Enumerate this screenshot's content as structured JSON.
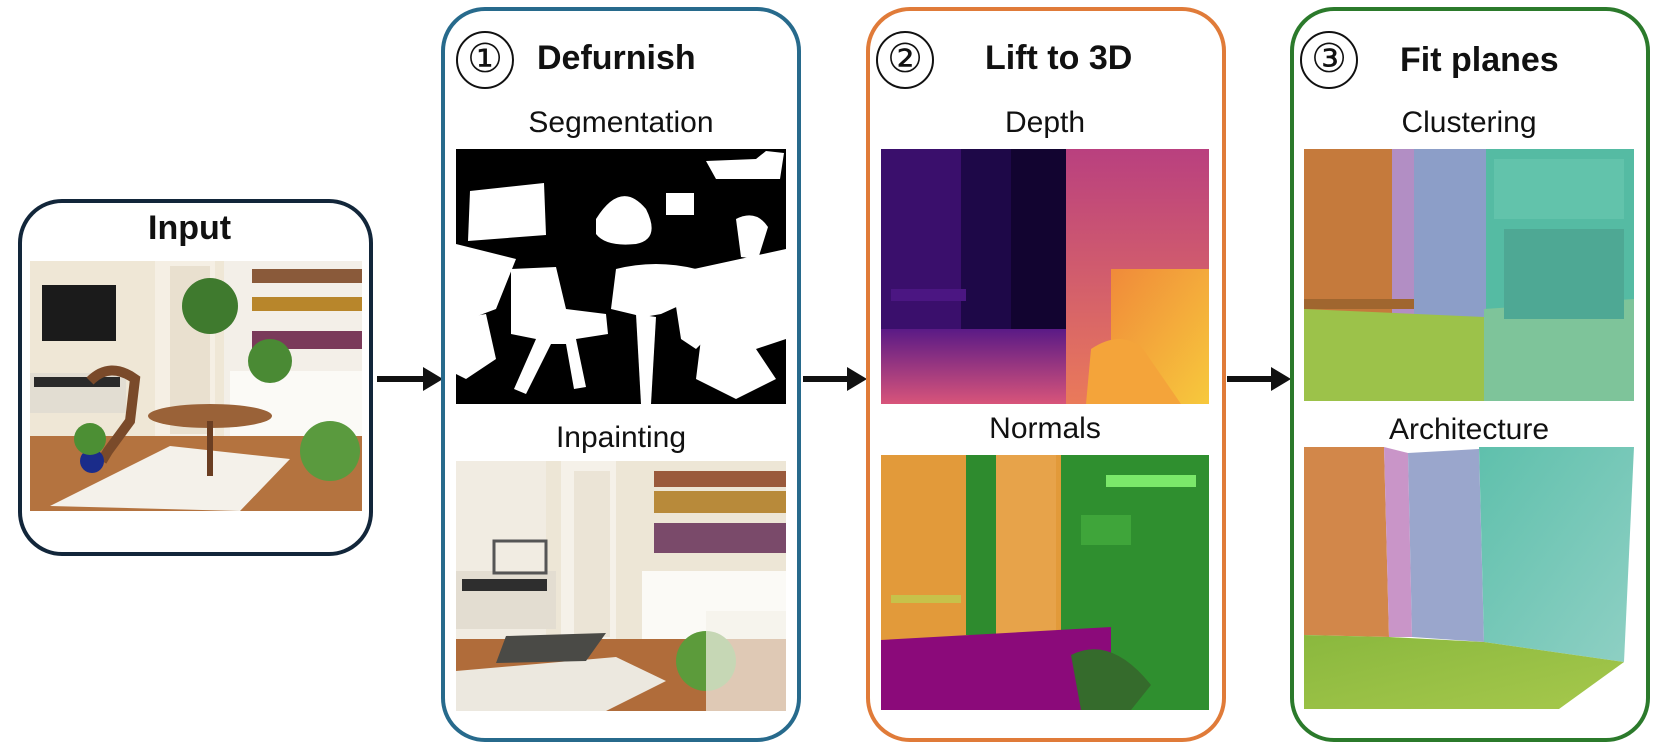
{
  "stages": {
    "input": {
      "title": "Input"
    },
    "defurnish": {
      "number": "①",
      "title": "Defurnish",
      "top_label": "Segmentation",
      "bottom_label": "Inpainting",
      "border_color": "#276a8c"
    },
    "lift": {
      "number": "②",
      "title": "Lift to 3D",
      "top_label": "Depth",
      "bottom_label": "Normals",
      "border_color": "#e07b39"
    },
    "fit": {
      "number": "③",
      "title": "Fit planes",
      "top_label": "Clustering",
      "bottom_label": "Architecture",
      "border_color": "#2b7a2b"
    }
  },
  "colors": {
    "input_border": "#12263a",
    "arrow": "#111111",
    "depth_low": "#150535",
    "depth_high": "#f5c43c",
    "normals_orange": "#e39a3a",
    "normals_green": "#2e8b2e",
    "normals_purple": "#8b0a7a",
    "cluster_orange": "#c87a3c",
    "cluster_purple": "#9a8fc0",
    "cluster_teal": "#4fb8a0",
    "cluster_floor": "#9cc24a"
  }
}
